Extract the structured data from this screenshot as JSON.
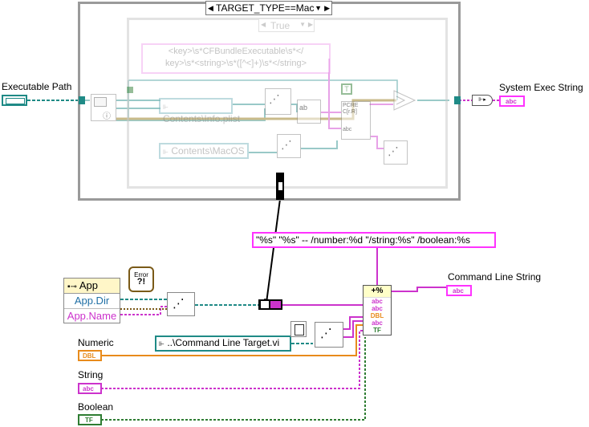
{
  "outer_case": {
    "selector_label": "TARGET_TYPE==Mac"
  },
  "inner_case": {
    "selector_label": "True"
  },
  "regex_constant": {
    "line1": "<key>\\s*CFBundleExecutable\\s*</",
    "line2": "key>\\s*<string>\\s*([^<]+)\\s*</string>"
  },
  "path_constants": {
    "info_plist": "Contents\\Info.plist",
    "macos": "Contents\\MacOS"
  },
  "true_constant": "T",
  "search_node_labels": {
    "l1": "PCRE",
    "l2": "C[r.R]"
  },
  "controls": {
    "executable_path": "Executable Path",
    "numeric": "Numeric",
    "string": "String",
    "boolean": "Boolean"
  },
  "indicators": {
    "system_exec_string": "System Exec String",
    "command_line_string": "Command Line String"
  },
  "app_property_node": {
    "class_label": "App",
    "items": [
      "App.Dir",
      "App.Name"
    ]
  },
  "error_cluster_label": "Error",
  "format_string": "\"%s\" \"%s\" -- /number:%d \"/string:%s\" /boolean:%s",
  "command_line_target": "..\\Command Line Target.vi",
  "terminal_types": {
    "dbl": "DBL",
    "abc": "abc",
    "tf": "TF",
    "path": "path"
  },
  "format_node_header": "+%",
  "format_node_inputs": [
    "abc",
    "abc",
    "DBL",
    "abc",
    "TF"
  ],
  "colors": {
    "string_wire": "#cc33cc",
    "path_wire": "#1f8a86",
    "numeric_wire": "#e88b1c",
    "boolean_wire": "#2f7d33",
    "refnum_wire": "#1e6fb0",
    "frame_outer": "#9a9a9a",
    "frame_inner": "#c9c9c9"
  }
}
